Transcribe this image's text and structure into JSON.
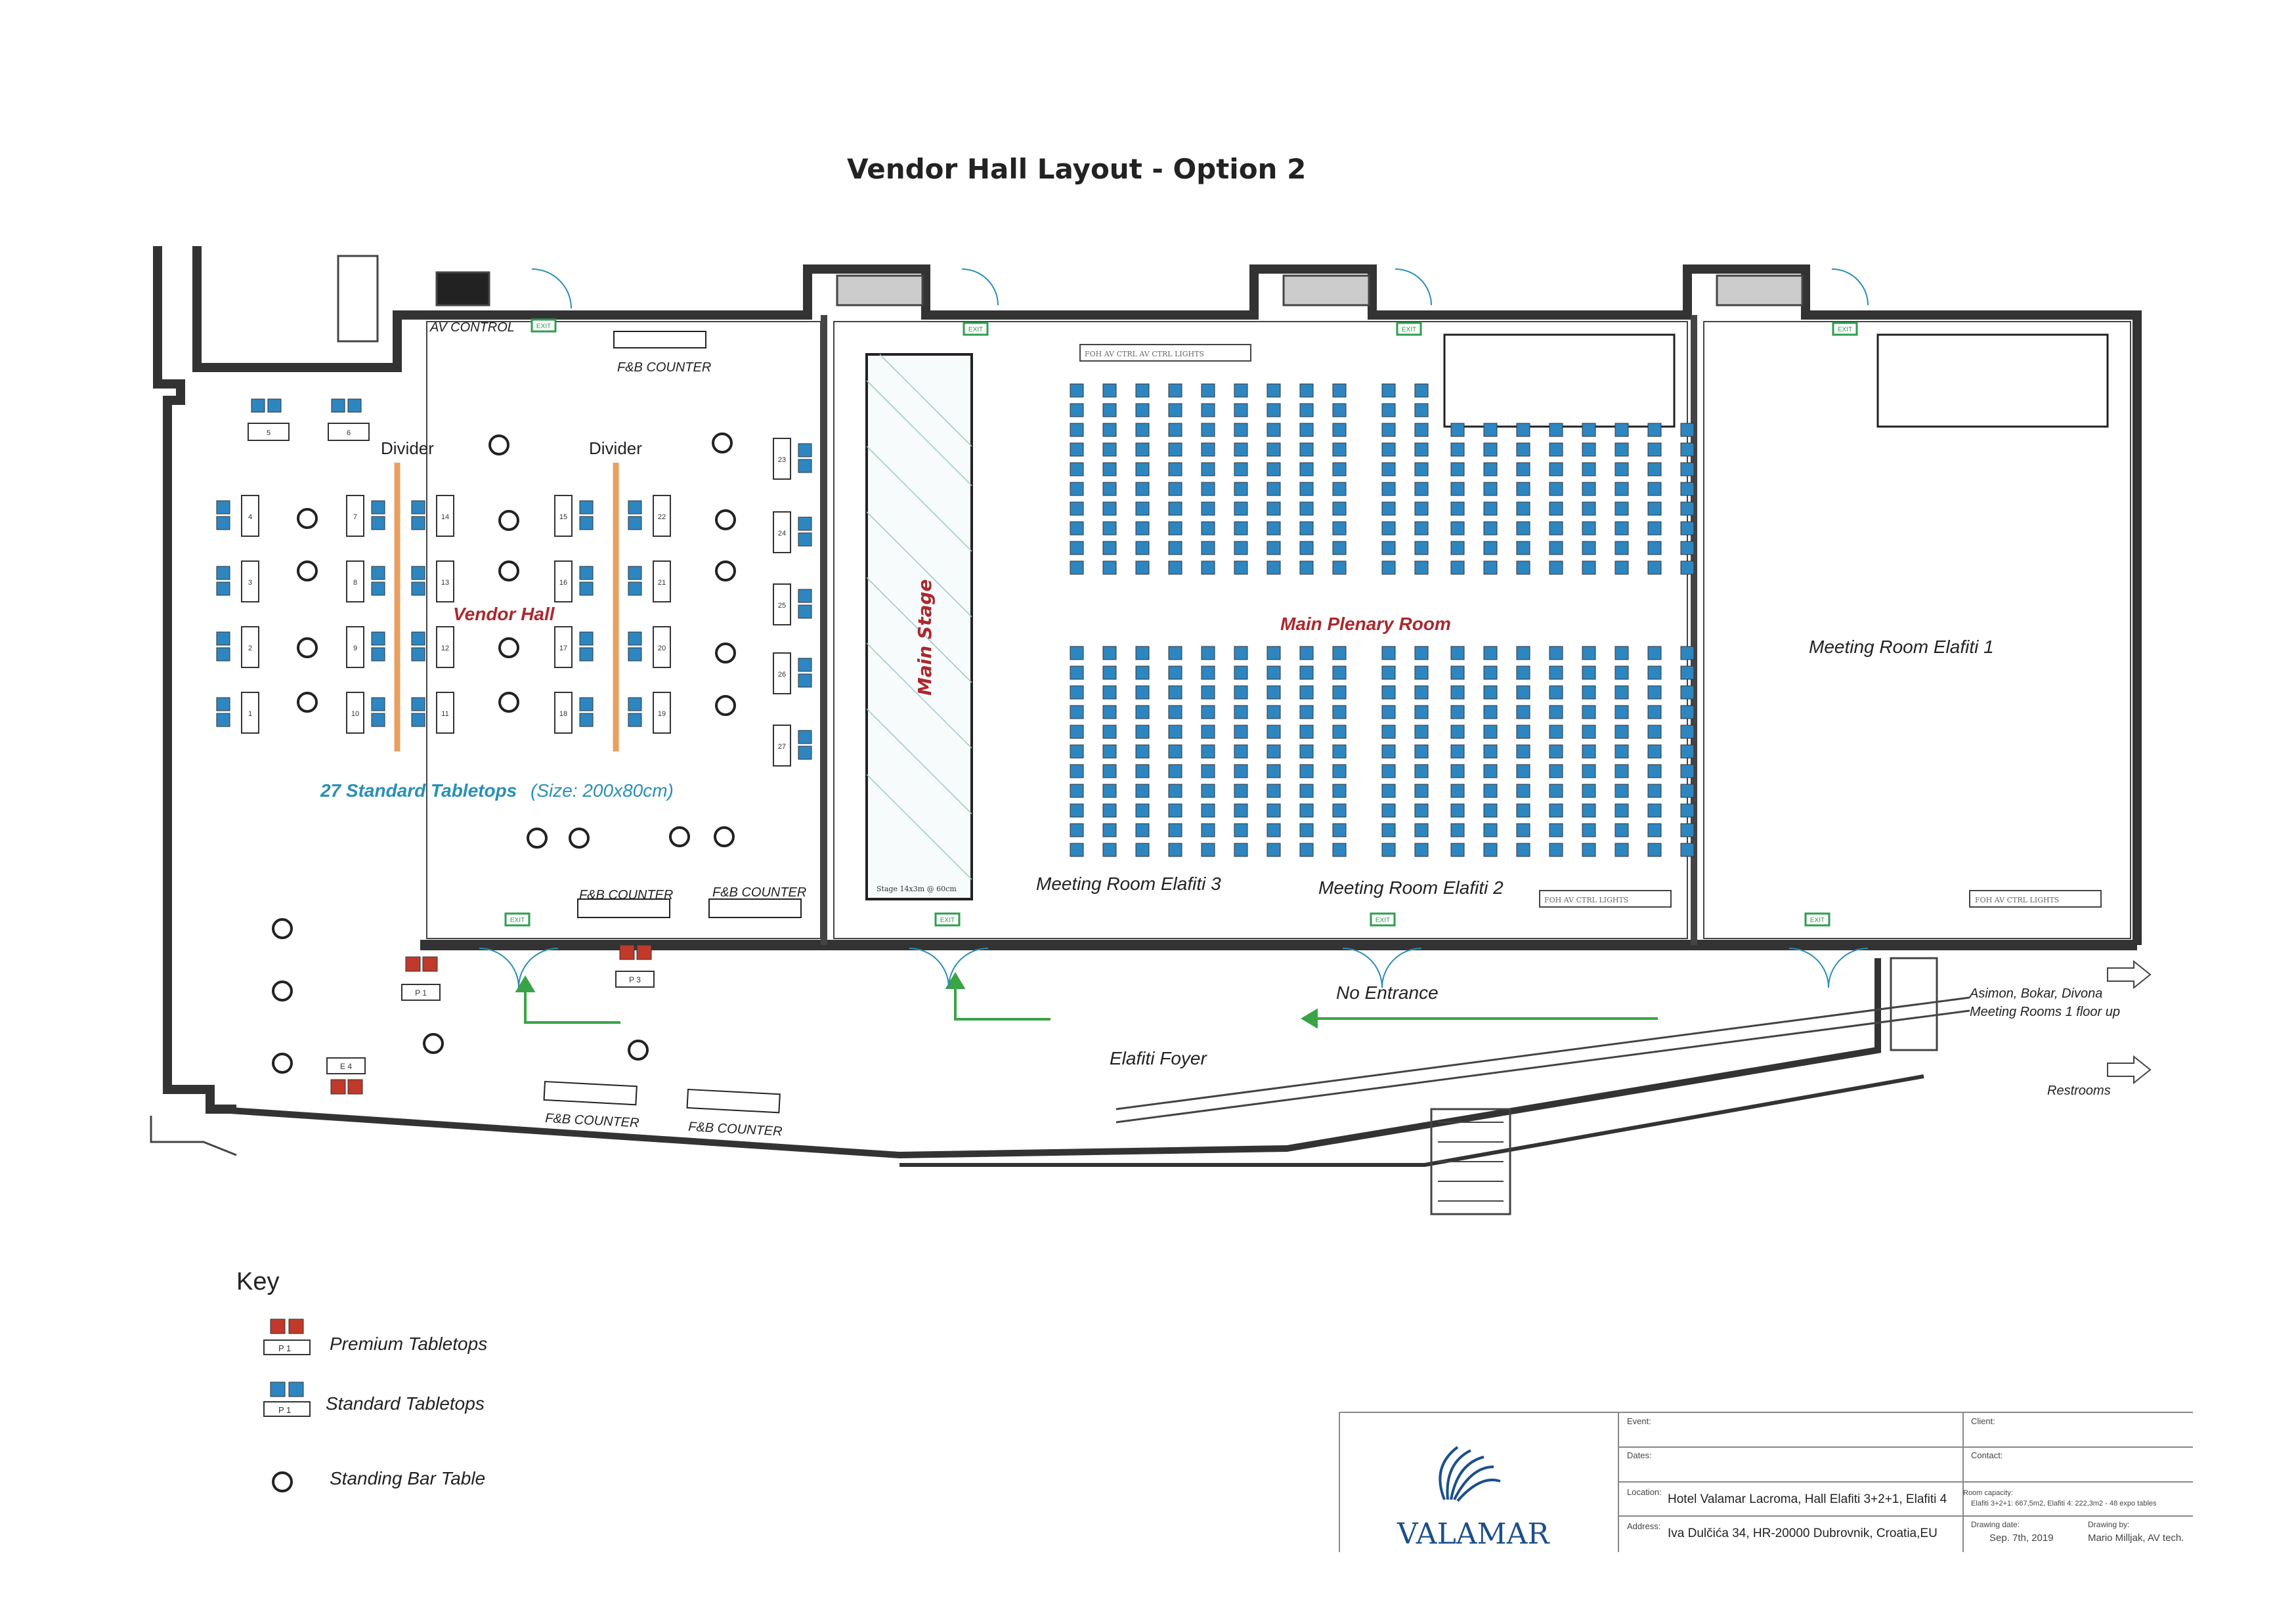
{
  "title": "Vendor Hall Layout  - Option 2",
  "colors": {
    "wall": "#333333",
    "standard_table": "#2e86c1",
    "premium_table": "#c0392b",
    "divider": "#e8a060",
    "room_label": "#a9292e",
    "info_text": "#2a8fb5",
    "arrow": "#3aa345",
    "exit_sign": "#2e9e4f",
    "brand": "#1b4f8a"
  },
  "labels": {
    "av_control": "AV CONTROL",
    "fb_counter": "F&B COUNTER",
    "divider": "Divider",
    "vendor_hall": "Vendor Hall",
    "tabletops_info": "27 Standard Tabletops",
    "tabletops_size": "(Size: 200x80cm)",
    "main_stage": "Main Stage",
    "stage_note": "Stage 14x3m @ 60cm",
    "main_plenary": "Main Plenary Room",
    "elafiti3": "Meeting Room Elafiti 3",
    "elafiti2": "Meeting Room Elafiti 2",
    "elafiti1": "Meeting Room Elafiti 1",
    "no_entrance": "No Entrance",
    "foyer": "Elafiti Foyer",
    "upstairs": "Asimon, Bokar, Divona",
    "upstairs2": "Meeting Rooms 1 floor up",
    "restrooms": "Restrooms",
    "av_strip": "FOH AV CTRL AV CTRL LIGHTS",
    "av_strip2": "FOH AV CTRL LIGHTS",
    "exit": "EXIT"
  },
  "table_numbers": [
    "1",
    "2",
    "3",
    "4",
    "5",
    "6",
    "7",
    "8",
    "9",
    "10",
    "11",
    "12",
    "13",
    "14",
    "15",
    "16",
    "17",
    "18",
    "19",
    "20",
    "21",
    "22",
    "23",
    "24",
    "25",
    "26",
    "27"
  ],
  "premium_tables": [
    "P 1",
    "P 3",
    "E 4"
  ],
  "key": {
    "heading": "Key",
    "premium": "Premium Tabletops",
    "standard": "Standard Tabletops",
    "bar": "Standing Bar Table",
    "sample_label": "P 1"
  },
  "titleblock": {
    "brand": "VALAMAR",
    "event_label": "Event:",
    "client_label": "Client:",
    "dates_label": "Dates:",
    "contact_label": "Contact:",
    "location_label": "Location:",
    "location_value": "Hotel Valamar Lacroma, Hall Elafiti 3+2+1, Elafiti 4",
    "capacity_label": "Room capacity:",
    "capacity_value": "Elafiti 3+2+1: 667,5m2, Elafiti 4: 222,3m2 - 48 expo tables",
    "address_label": "Address:",
    "address_value": "Iva Dulčića 34, HR-20000 Dubrovnik, Croatia,EU",
    "drawing_date_label": "Drawing date:",
    "drawing_date_value": "Sep. 7th, 2019",
    "drawing_by_label": "Drawing by:",
    "drawing_by_value": "Mario Milljak, AV tech."
  }
}
